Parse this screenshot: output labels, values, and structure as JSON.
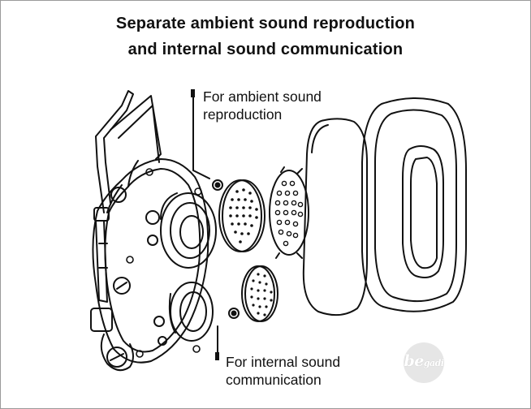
{
  "title": {
    "line1": "Separate ambient sound reproduction",
    "line2": "and internal sound communication"
  },
  "callouts": {
    "ambient": {
      "line1": "For ambient sound",
      "line2": "reproduction"
    },
    "internal": {
      "line1": "For internal sound",
      "line2": "communication"
    }
  },
  "logo": {
    "main": "be",
    "sub": "gadi"
  },
  "colors": {
    "stroke": "#111111",
    "background": "#ffffff",
    "logo": "#e6e6e6",
    "frame": "#9a9a9a"
  }
}
